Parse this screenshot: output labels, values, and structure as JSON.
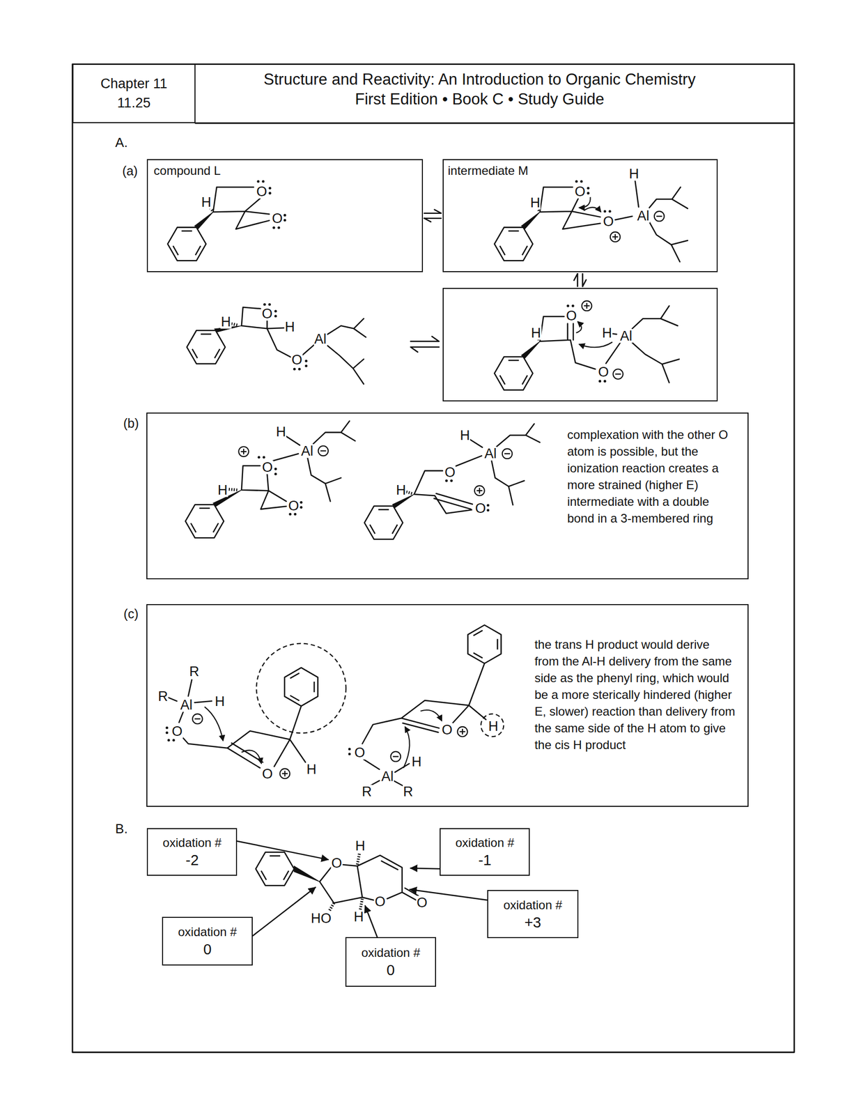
{
  "diagram": {
    "title": "Structure and Reactivity: An Introduction to Organic Chemistry First Edition • Book C • Study Guide",
    "nodes": [
      {
        "text": [
          "Chapter 11",
          "11.25"
        ]
      },
      {
        "text": [
          "compound L",
          "H",
          "O",
          "O"
        ]
      },
      {
        "text": [
          "intermediate M",
          "O",
          "H",
          "H",
          "O",
          "Al"
        ]
      },
      {
        "text": [
          "O",
          "H",
          "H",
          "Al",
          "O"
        ]
      },
      {
        "text": [
          "(b)",
          "H",
          "Al",
          "O",
          "H",
          "O",
          "H",
          "Al",
          "O",
          "H",
          "O",
          "complexation with the other O atom is possible, but the ionization reaction creates a more strained (higher E) intermediate with a double bond in a 3-membered ring"
        ]
      },
      {
        "text": [
          "(c)",
          "R",
          "R",
          "Al",
          "H",
          "O",
          "H",
          "O",
          "H",
          "O",
          "O",
          "Al",
          "H",
          "R",
          "R",
          "the trans H product would derive from the Al-H delivery from the same side as the phenyl ring, which would be a more sterically hindered (higher E, slower) reaction than delivery from the same side of the H atom to give the cis H product"
        ]
      },
      {
        "text": [
          "oxidation #",
          "-2"
        ]
      },
      {
        "text": [
          "oxidation #",
          "-1"
        ]
      },
      {
        "text": [
          "oxidation #",
          "+3"
        ]
      },
      {
        "text": [
          "oxidation #",
          "0"
        ]
      },
      {
        "text": [
          "oxidation #",
          "0"
        ]
      }
    ],
    "edges": [
      {
        "from": 1,
        "to": 2,
        "arrow": "both"
      },
      {
        "from": 2,
        "to": 3,
        "arrow": "both"
      }
    ],
    "labels": [
      "A.",
      "(a)",
      "O",
      "H",
      "H",
      "Al",
      "O",
      "B.",
      "H",
      "O",
      "O",
      "O",
      "HO",
      "H"
    ]
  }
}
